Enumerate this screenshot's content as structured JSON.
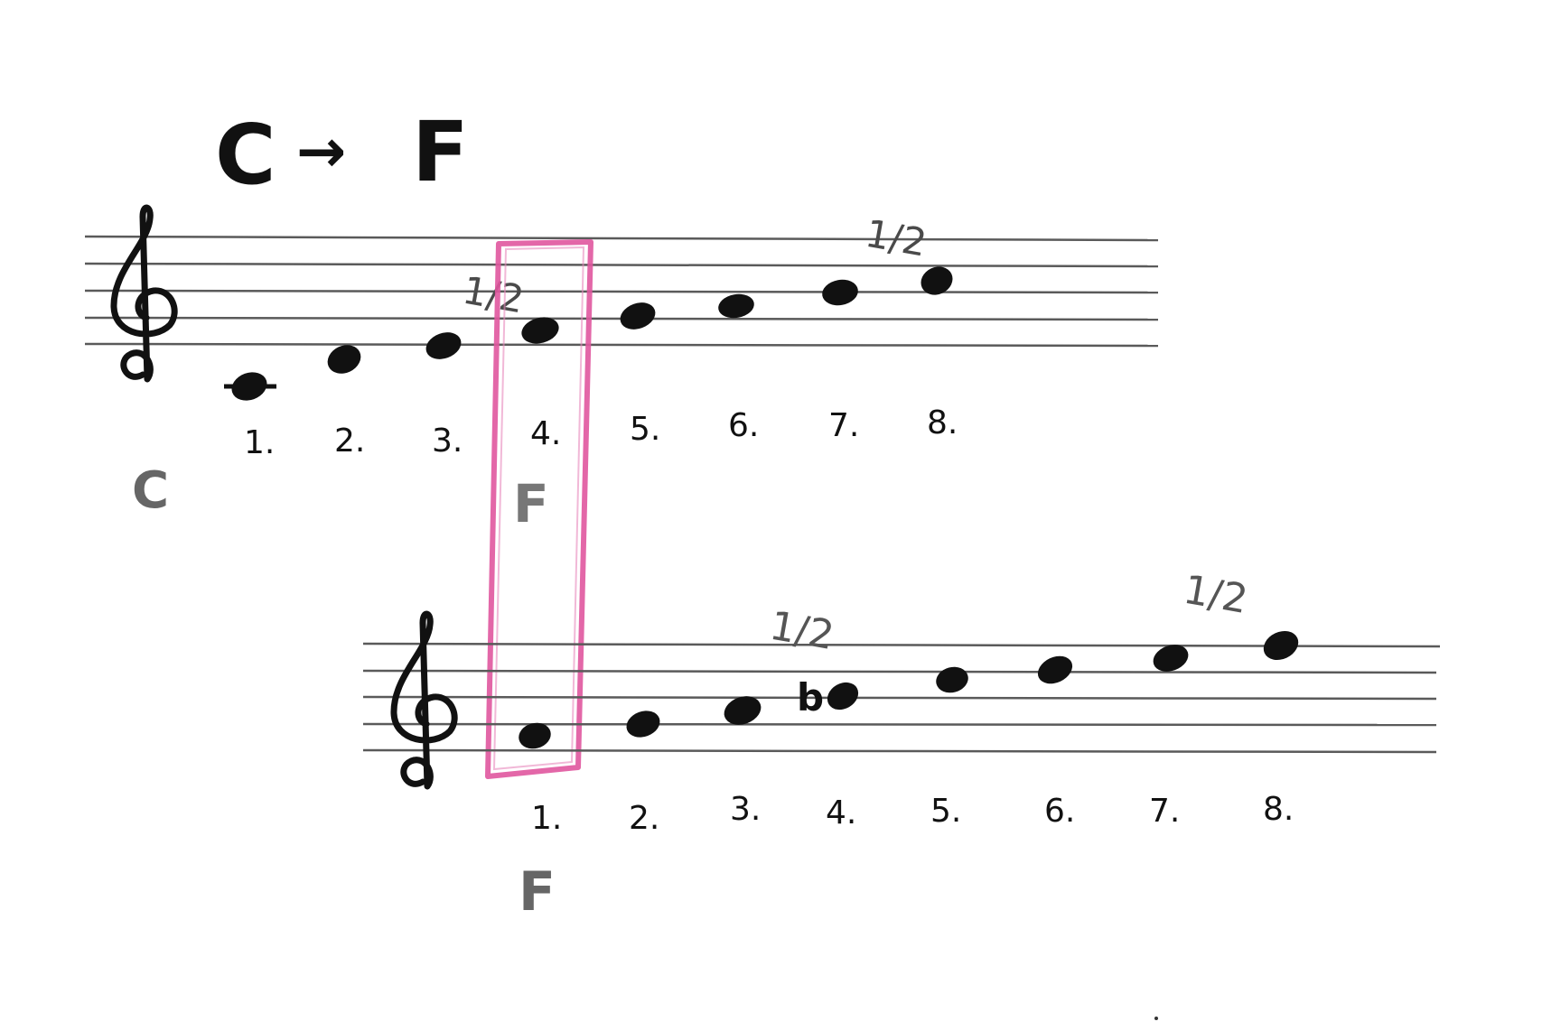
{
  "title": {
    "from_key": "C",
    "arrow": "→",
    "to_key": "F"
  },
  "colors": {
    "ink": "#111111",
    "staff_line": "#5a5a5a",
    "gray_label": "#666666",
    "highlight": "#e0579f"
  },
  "staff_top": {
    "key_label": "C",
    "clef_icon": "treble-clef-icon",
    "half_step_marks": [
      "1/2",
      "1/2"
    ],
    "degrees": [
      "1.",
      "2.",
      "3.",
      "4.",
      "5.",
      "6.",
      "7.",
      "8."
    ],
    "highlighted_degree": "4.",
    "highlight_label": "F",
    "accidentals": []
  },
  "staff_bottom": {
    "key_label": "F",
    "clef_icon": "treble-clef-icon",
    "half_step_marks": [
      "1/2",
      "1/2"
    ],
    "degrees": [
      "1.",
      "2.",
      "3.",
      "4.",
      "5.",
      "6.",
      "7.",
      "8."
    ],
    "highlighted_degree": "1.",
    "accidentals": [
      {
        "degree": "4.",
        "symbol": "b"
      }
    ]
  }
}
